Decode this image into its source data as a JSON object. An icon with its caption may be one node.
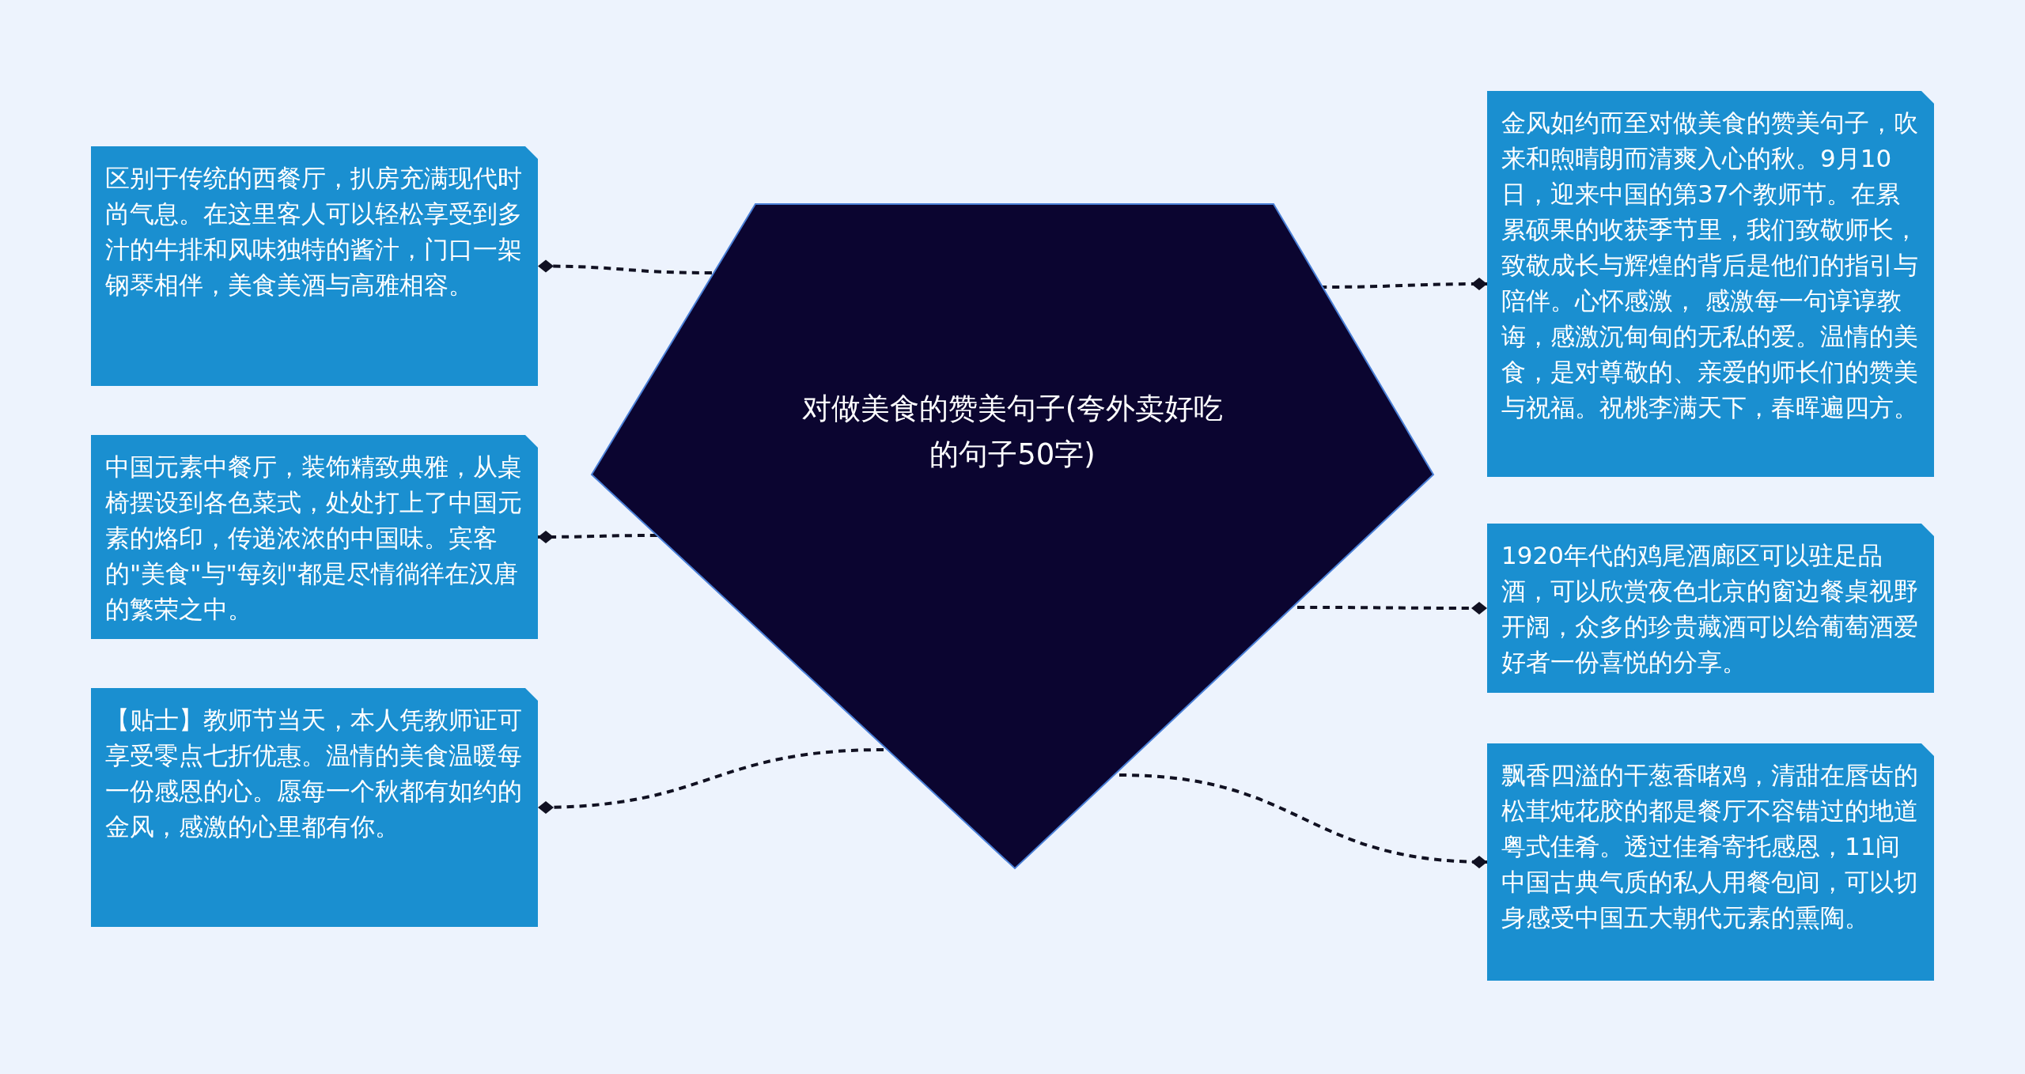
{
  "diagram": {
    "nodes": [
      {
        "text": [
          "对做美食的赞美句子(夸外卖好吃的句子50字)"
        ]
      },
      {
        "text": [
          "区别于传统的西餐厅，扒房充满现代时尚气息。在这里客人可以轻松享受到多汁的牛排和风味独特的酱汁，门口一架钢琴相伴，美食美酒与高雅相容。"
        ]
      },
      {
        "text": [
          "中国元素中餐厅，装饰精致典雅，从桌椅摆设到各色菜式，处处打上了中国元素的烙印，传递浓浓的中国味。宾客的\"美食\"与\"每刻\"都是尽情徜徉在汉唐的繁荣之中。"
        ]
      },
      {
        "text": [
          "【贴士】教师节当天，本人凭教师证可享受零点七折优惠。温情的美食温暖每一份感恩的心。愿每一个秋都有如约的金风，感激的心里都有你。"
        ]
      },
      {
        "text": [
          "金风如约而至对做美食的赞美句子，吹来和煦晴朗而清爽入心的秋。9月10日，迎来中国的第37个教师节。在累累硕果的收获季节里，我们致敬师长，致敬成长与辉煌的背后是他们的指引与陪伴。心怀感激， 感激每一句谆谆教诲，感激沉甸甸的无私的爱。温情的美食，是对尊敬的、亲爱的师长们的赞美与祝福。祝桃李满天下，春晖遍四方。"
        ]
      },
      {
        "text": [
          "1920年代的鸡尾酒廊区可以驻足品酒，可以欣赏夜色北京的窗边餐桌视野开阔，众多的珍贵藏酒可以给葡萄酒爱好者一份喜悦的分享。"
        ]
      },
      {
        "text": [
          "飘香四溢的干葱香啫鸡，清甜在唇齿的松茸炖花胶的都是餐厅不容错过的地道粤式佳肴。透过佳肴寄托感恩，11间中国古典气质的私人用餐包间，可以切身感受中国五大朝代元素的熏陶。"
        ]
      }
    ],
    "edges": [
      {
        "from": 0,
        "to": 1,
        "arrow": "other",
        "style": "dashed"
      },
      {
        "from": 0,
        "to": 2,
        "arrow": "other",
        "style": "dashed"
      },
      {
        "from": 0,
        "to": 3,
        "arrow": "other",
        "style": "dashed"
      },
      {
        "from": 0,
        "to": 4,
        "arrow": "other",
        "style": "dashed"
      },
      {
        "from": 0,
        "to": 5,
        "arrow": "other",
        "style": "dashed"
      },
      {
        "from": 0,
        "to": 6,
        "arrow": "other",
        "style": "dashed"
      }
    ]
  }
}
